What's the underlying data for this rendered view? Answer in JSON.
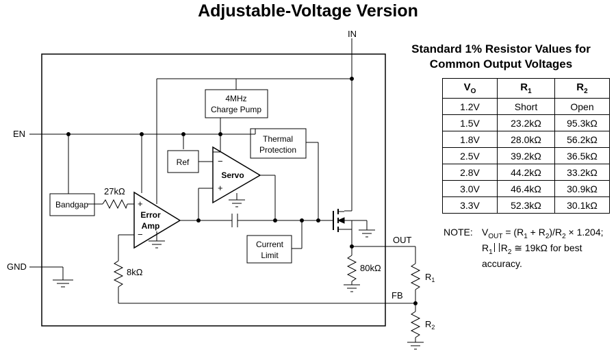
{
  "title": "Adjustable-Voltage Version",
  "pins": {
    "in": "IN",
    "en": "EN",
    "gnd": "GND",
    "out": "OUT",
    "fb": "FB"
  },
  "blocks": {
    "charge_pump": [
      "4MHz",
      "Charge Pump"
    ],
    "thermal": [
      "Thermal",
      "Protection"
    ],
    "ref": "Ref",
    "servo": "Servo",
    "bandgap": "Bandgap",
    "error_amp": [
      "Error",
      "Amp"
    ],
    "current_limit": [
      "Current",
      "Limit"
    ]
  },
  "components": {
    "r_input": "27kΩ",
    "r_bottom": "8kΩ",
    "r_out": "80kΩ",
    "r1": {
      "main": "R",
      "sub": "1"
    },
    "r2": {
      "main": "R",
      "sub": "2"
    }
  },
  "opamp_signs": {
    "plus": "+",
    "minus": "−"
  },
  "table": {
    "title_line1": "Standard 1% Resistor Values for",
    "title_line2": "Common Output Voltages",
    "headers": [
      {
        "main": "V",
        "sub": "O"
      },
      {
        "main": "R",
        "sub": "1"
      },
      {
        "main": "R",
        "sub": "2"
      }
    ],
    "rows": [
      [
        "1.2V",
        "Short",
        "Open"
      ],
      [
        "1.5V",
        "23.2kΩ",
        "95.3kΩ"
      ],
      [
        "1.8V",
        "28.0kΩ",
        "56.2kΩ"
      ],
      [
        "2.5V",
        "39.2kΩ",
        "36.5kΩ"
      ],
      [
        "2.8V",
        "44.2kΩ",
        "33.2kΩ"
      ],
      [
        "3.0V",
        "46.4kΩ",
        "30.9kΩ"
      ],
      [
        "3.3V",
        "52.3kΩ",
        "30.1kΩ"
      ]
    ]
  },
  "note": {
    "label": "NOTE:",
    "v": "V",
    "v_sub": "OUT",
    "formula": " = (R",
    "f_sub1": "1",
    "f_mid": " + R",
    "f_sub2": "2",
    "f_mid2": ")/R",
    "f_sub3": "2",
    "f_tail": " × 1.204;",
    "r": "R",
    "r_sub1": "1",
    "r_sub2": "2",
    "line2_tail": " ≅ 19kΩ for best",
    "line3": "accuracy."
  }
}
